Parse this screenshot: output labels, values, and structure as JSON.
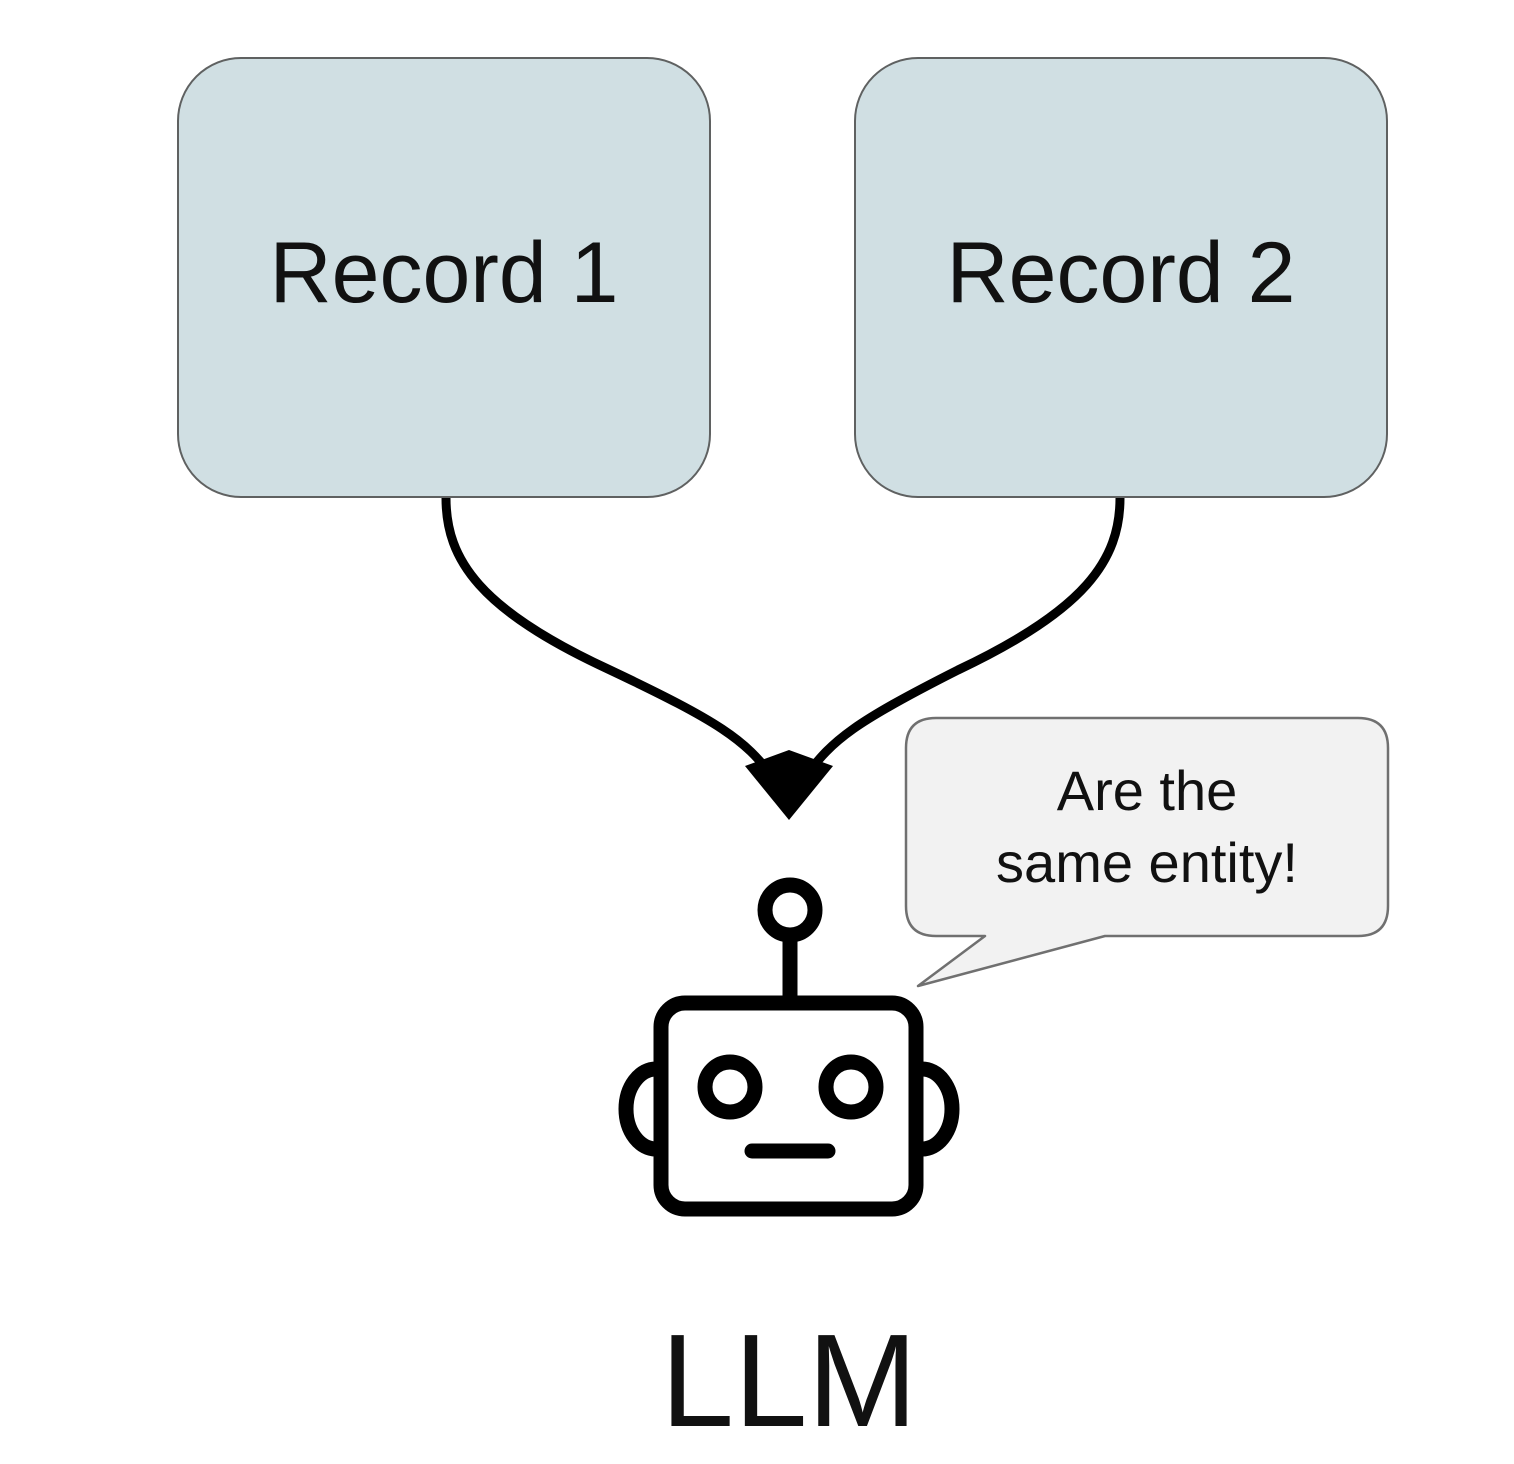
{
  "records": [
    {
      "label": "Record 1"
    },
    {
      "label": "Record 2"
    }
  ],
  "speech_bubble": {
    "lines": [
      "Are the",
      "same entity!"
    ]
  },
  "model": {
    "label": "LLM",
    "icon": "robot-icon"
  },
  "colors": {
    "record_fill": "#d0dfe3",
    "record_border": "#5f6161",
    "bubble_fill": "#f2f2f2",
    "bubble_border": "#707070",
    "stroke": "#000000"
  }
}
